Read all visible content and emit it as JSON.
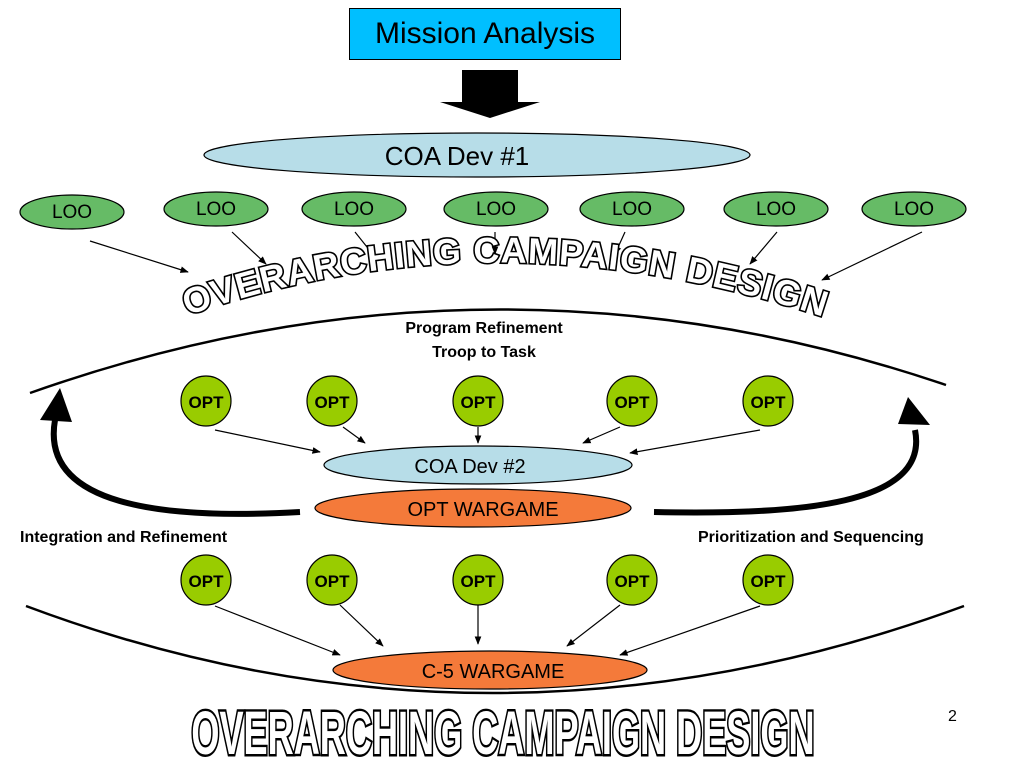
{
  "title_box": "Mission Analysis",
  "coa1": "COA Dev #1",
  "loo_label": "LOO",
  "loo_count": 7,
  "arc_title_top": "OVERARCHING CAMPAIGN DESIGN",
  "program_refinement": [
    "Program Refinement",
    "Troop to Task"
  ],
  "opt_label": "OPT",
  "coa2": "COA Dev #2",
  "opt_wargame": "OPT WARGAME",
  "integration": "Integration and Refinement",
  "prioritization": "Prioritization and Sequencing",
  "c5_wargame": "C-5 WARGAME",
  "arc_title_bottom": "OVERARCHING CAMPAIGN DESIGN",
  "page_number": "2",
  "colors": {
    "title_box": "#00bfff",
    "coa_ellipse": "#b7dde8",
    "loo_green": "#66bb66",
    "opt_green": "#99cc00",
    "wargame_orange": "#f47a3a"
  }
}
